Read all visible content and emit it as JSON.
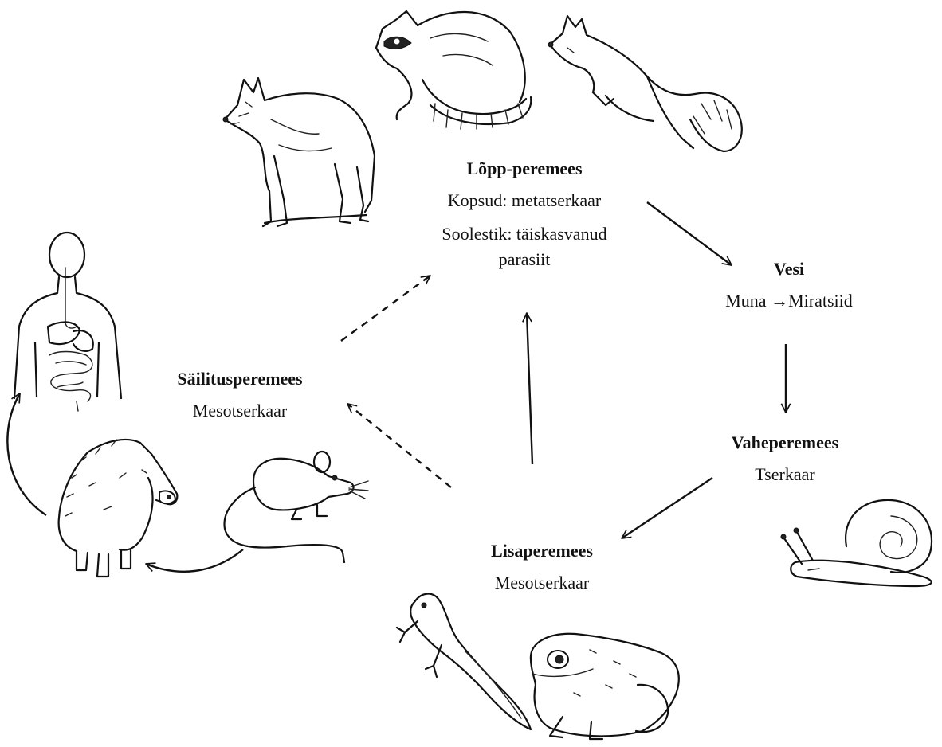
{
  "definitive_host": {
    "title": "Lõpp-peremees",
    "line1": "Kopsud: metatserkaar",
    "line2": "Soolestik: täiskasvanud parasiit"
  },
  "water": {
    "title": "Vesi",
    "line1": "Muna →Miratsiid"
  },
  "intermediate_host": {
    "title": "Vaheperemees",
    "line1": "Tserkaar"
  },
  "additional_host": {
    "title": "Lisaperemees",
    "line1": "Mesotserkaar"
  },
  "paratenic_host": {
    "title": "Säilitusperemees",
    "line1": "Mesotserkaar"
  },
  "illustrations": [
    "wolf",
    "raccoon",
    "fox",
    "human-digestive-system",
    "wild-boar",
    "mouse",
    "snail",
    "tadpole",
    "frog"
  ]
}
